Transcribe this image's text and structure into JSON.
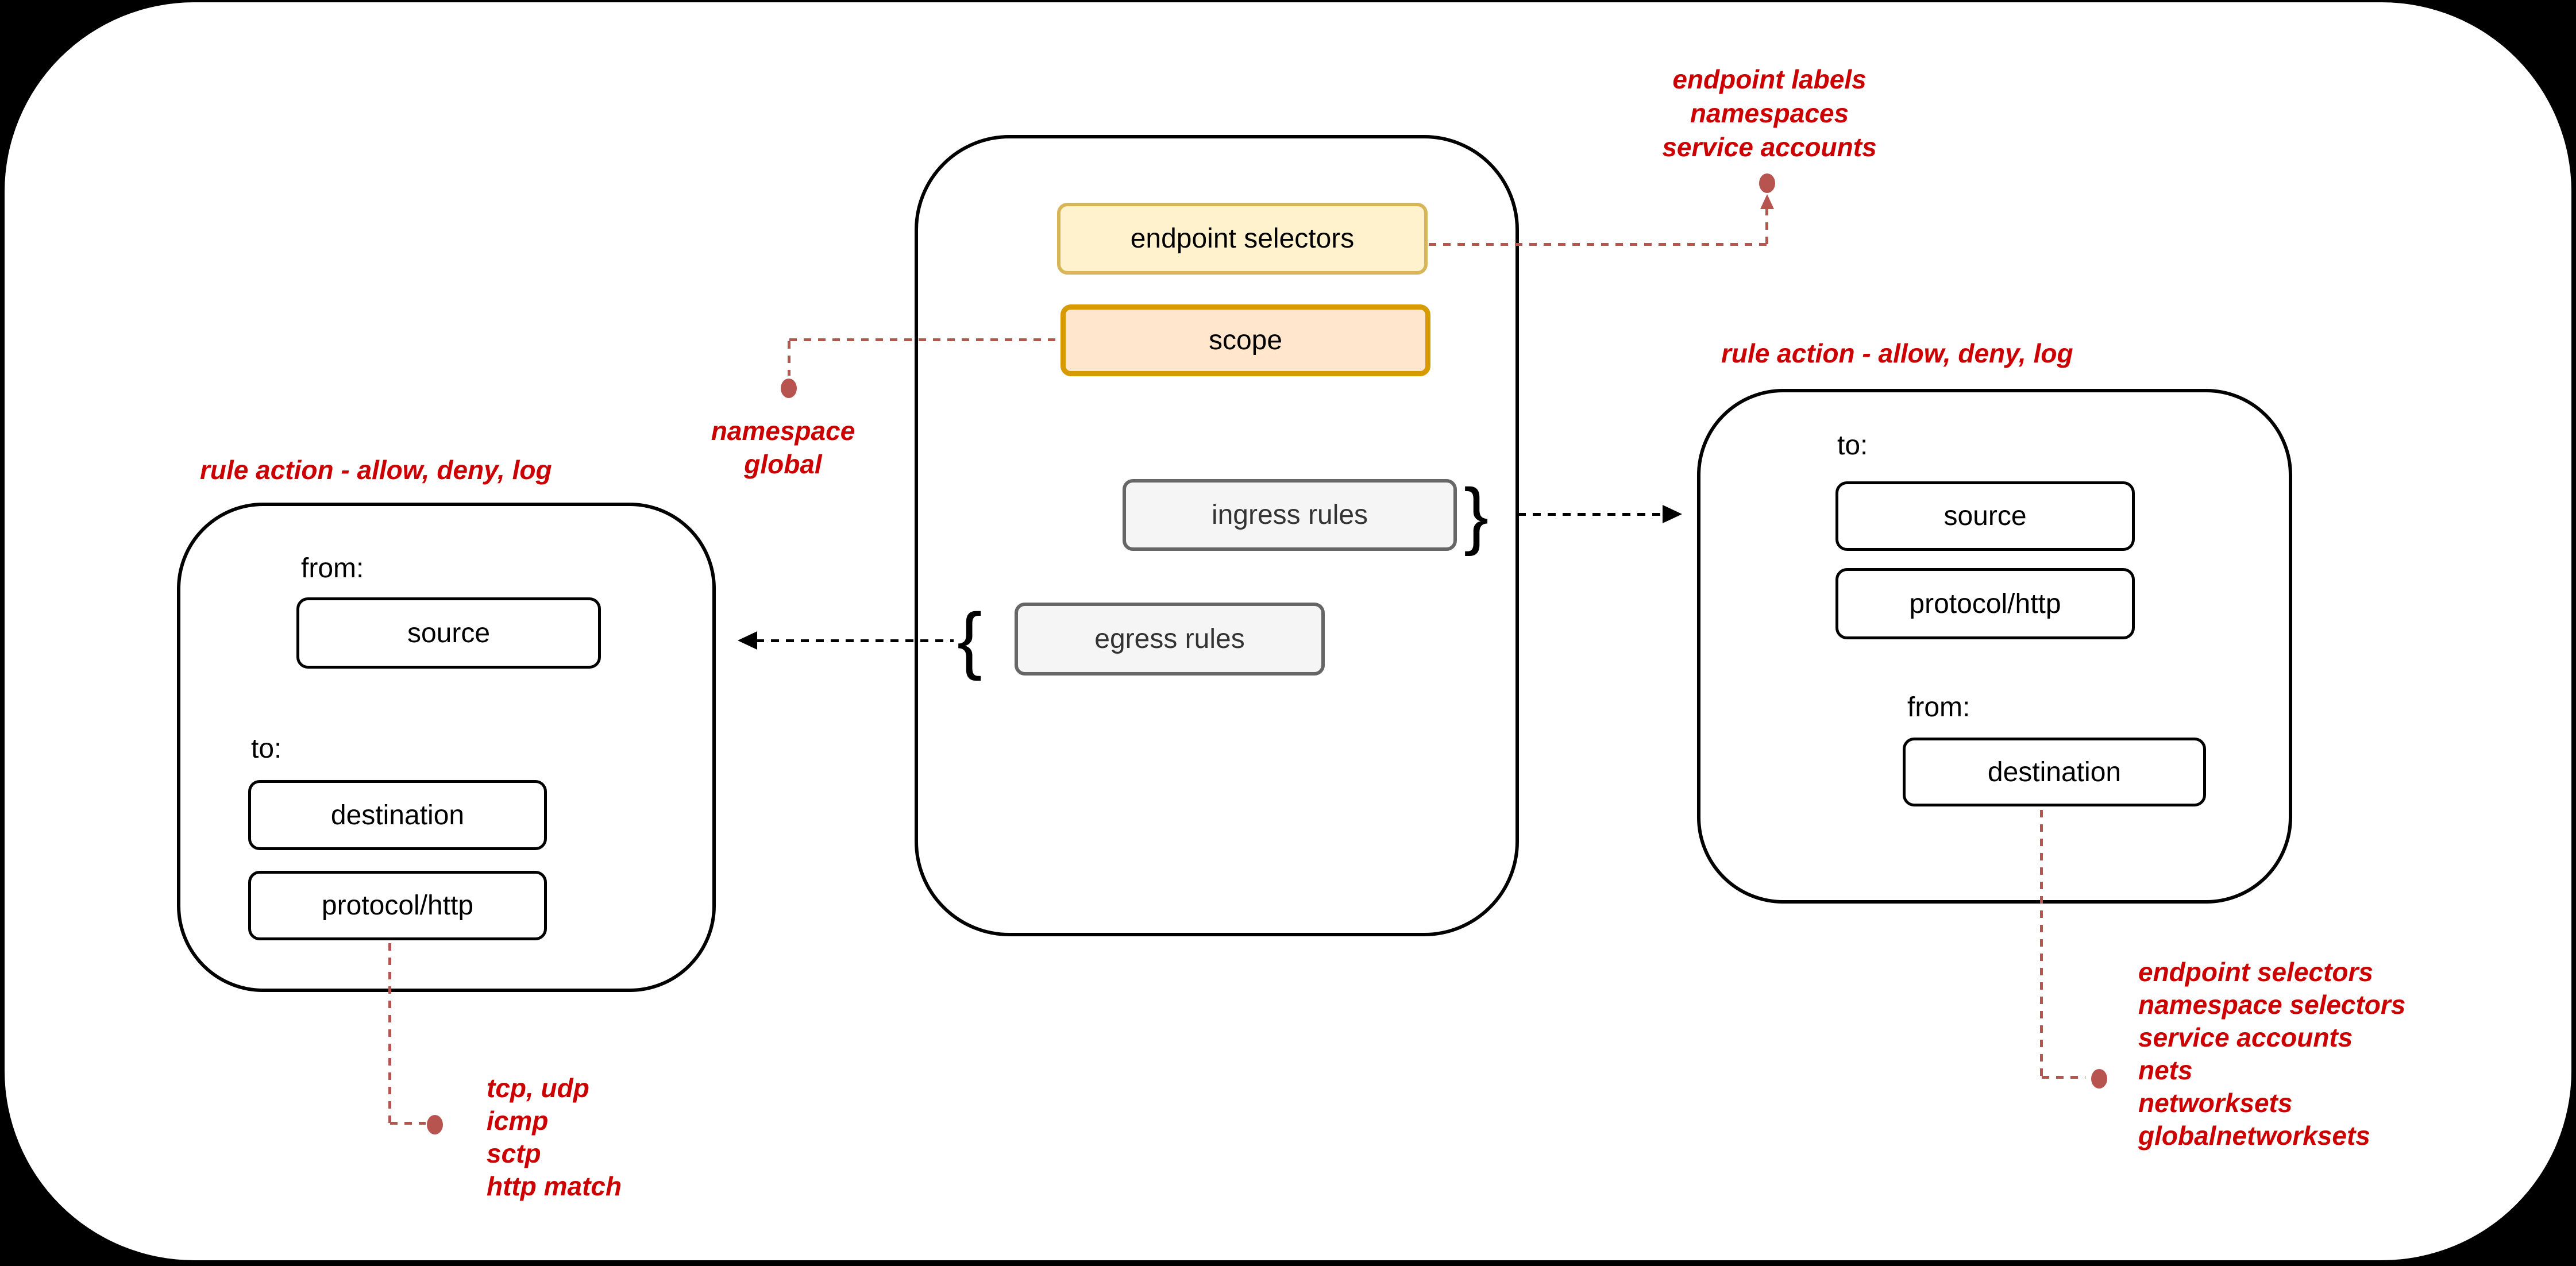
{
  "policy": {
    "endpoint_selectors": "endpoint selectors",
    "scope": "scope",
    "ingress_rules": "ingress rules",
    "egress_rules": "egress rules",
    "ingress_bracket": "}",
    "egress_bracket": "{"
  },
  "egress_detail": {
    "title": "rule action - allow, deny, log",
    "from": "from:",
    "source": "source",
    "to": "to:",
    "destination": "destination",
    "protocol": "protocol/http"
  },
  "ingress_detail": {
    "title": "rule action - allow, deny, log",
    "to": "to:",
    "source": "source",
    "protocol": "protocol/http",
    "from": "from:",
    "destination": "destination"
  },
  "notes": {
    "endpoint_selectors": {
      "lines": [
        "endpoint labels",
        "namespaces",
        "service accounts"
      ]
    },
    "scope": {
      "lines": [
        "namespace",
        "global"
      ]
    },
    "protocols": {
      "lines": [
        "tcp, udp",
        "icmp",
        "sctp",
        "http match"
      ]
    },
    "destinations": {
      "lines": [
        "endpoint selectors",
        "namespace selectors",
        "service accounts",
        "nets",
        "networksets",
        "globalnetworksets"
      ]
    }
  },
  "colors": {
    "background": "#000000",
    "surface": "#ffffff",
    "note_red": "#cc0000",
    "connector_red": "#b85450",
    "yellow_fill": "#fff2cc",
    "yellow_stroke": "#d6b656",
    "orange_fill": "#ffe6cc",
    "orange_stroke": "#d79b00",
    "gray_fill": "#f5f5f5",
    "gray_stroke": "#666666"
  }
}
